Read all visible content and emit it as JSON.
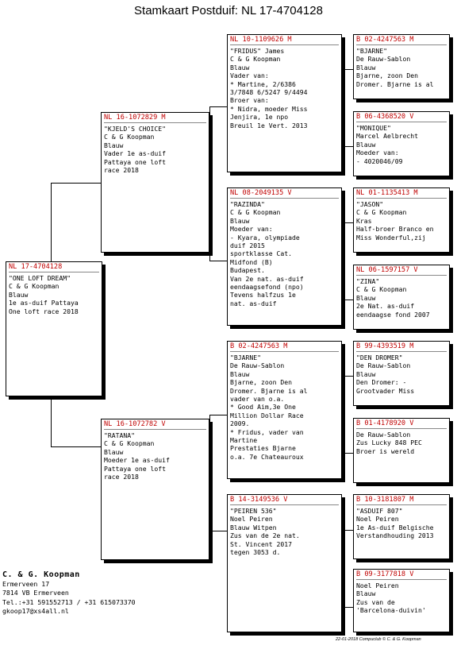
{
  "title": "Stamkaart Postduif: NL  17-4704128",
  "cards": {
    "root": {
      "ring": "NL  17-4704128",
      "lines": [
        "\"ONE LOFT DREAM\"",
        "C & G Koopman",
        "Blauw",
        "1e as-duif Pattaya",
        "One loft race 2018"
      ]
    },
    "father": {
      "ring": "NL  16-1072829 M",
      "lines": [
        "\"KJELD'S CHOICE\"",
        "C & G Koopman",
        "Blauw",
        "Vader 1e as-duif",
        "Pattaya one loft",
        "race 2018"
      ]
    },
    "mother": {
      "ring": "NL  16-1072782 V",
      "lines": [
        "\"RATANA\"",
        "C & G Koopman",
        "Blauw",
        "Moeder 1e as-duif",
        "Pattaya one loft",
        "race 2018"
      ]
    },
    "ff": {
      "ring": "NL  10-1109626 M",
      "lines": [
        "\"FRIDUS\" James",
        "C & G Koopman",
        "Blauw",
        "Vader van:",
        "* Martine, 2/6386",
        "3/7848 6/5247 9/4494",
        "Broer van:",
        "* Nidra, moeder Miss",
        "Jenjira, 1e npo",
        "Breuil 1e Vert. 2013"
      ]
    },
    "fm": {
      "ring": "NL  08-2049135 V",
      "lines": [
        "\"RAZINDA\"",
        "C & G Koopman",
        "Blauw",
        "Moeder van:",
        "- Kyara, olympiade",
        "duif 2015",
        "sportklasse Cat.",
        "Midfond (B)",
        "Budapest.",
        "Van 2e nat. as-duif",
        "eendaagsefond (npo)",
        "Tevens halfzus 1e",
        "nat. as-duif"
      ]
    },
    "mf": {
      "ring": "B   02-4247563 M",
      "lines": [
        "\"BJARNE\"",
        "De Rauw-Sablon",
        "Blauw",
        "Bjarne, zoon Den",
        "Dromer. Bjarne is al",
        "vader van o.a.",
        "* Good Aim,3e One",
        "Million Dollar Race",
        "2009.",
        "* Fridus, vader van",
        "Martine",
        "Prestaties Bjarne",
        "o.a. 7e Chateauroux"
      ]
    },
    "mm": {
      "ring": "B   14-3149536 V",
      "lines": [
        "\"PEIREN 536\"",
        "Noel Peiren",
        "Blauw Witpen",
        "Zus van de 2e nat.",
        "St. Vincent 2017",
        "tegen 3053 d."
      ]
    },
    "fff": {
      "ring": "B   02-4247563 M",
      "lines": [
        "\"BJARNE\"",
        "De Rauw-Sablon",
        "Blauw",
        "Bjarne, zoon Den",
        "Dromer. Bjarne is al"
      ]
    },
    "ffm": {
      "ring": "B   06-4368520 V",
      "lines": [
        "\"MONIQUE\"",
        "Marcel Aelbrecht",
        "Blauw",
        "Moeder van:",
        "- 4020046/09"
      ]
    },
    "fmf": {
      "ring": "NL  01-1135413 M",
      "lines": [
        "\"JASON\"",
        "C & G Koopman",
        "Kras",
        "Half-broer Branco en",
        "Miss Wonderful,zij"
      ]
    },
    "fmm": {
      "ring": "NL  06-1597157 V",
      "lines": [
        "\"ZINA\"",
        "C & G Koopman",
        "Blauw",
        "2e Nat. as-duif",
        "eendaagse fond 2007"
      ]
    },
    "mff": {
      "ring": "B   99-4393519 M",
      "lines": [
        "\"DEN DROMER\"",
        "De Rauw-Sablon",
        "Blauw",
        "Den Dromer: -",
        "Grootvader Miss"
      ]
    },
    "mfm": {
      "ring": "B   01-4178920 V",
      "lines": [
        "",
        "De Rauw-Sablon",
        "",
        "Zus Lucky 848 PEC",
        "Broer is wereld"
      ]
    },
    "mmf": {
      "ring": "B   10-3181807 M",
      "lines": [
        "\"ASDUIF 807\"",
        "Noel Peiren",
        "",
        "1e As-duif Belgische",
        "Verstandhouding 2013"
      ]
    },
    "mmm": {
      "ring": "B   09-3177818 V",
      "lines": [
        "",
        "Noel Peiren",
        "Blauw",
        "Zus van de",
        "'Barcelona-duivin'"
      ]
    }
  },
  "owner": {
    "name": "C. & G. Koopman",
    "address1": "Ermerveen 17",
    "address2": "7814 VB  Ermerveen",
    "phone": "Tel.:+31 591552713 / +31 615073370",
    "email": "gkoop17@xs4all.nl"
  },
  "footer": "22-01-2018    Compuclub © C. & G. Koopman"
}
